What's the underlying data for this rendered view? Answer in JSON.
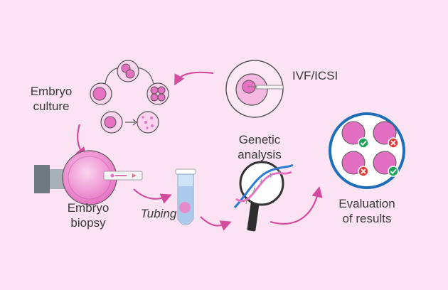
{
  "labels": {
    "ivf": "IVF/ICSI",
    "culture_line1": "Embryo",
    "culture_line2": "culture",
    "biopsy_line1": "Embryo",
    "biopsy_line2": "biopsy",
    "tubing": "Tubing",
    "genetic_line1": "Genetic",
    "genetic_line2": "analysis",
    "evaluation_line1": "Evaluation",
    "evaluation_line2": "of results"
  },
  "evaluation_results": [
    "pass",
    "fail",
    "fail",
    "pass"
  ],
  "colors": {
    "background": "#fbe3f3",
    "embryo": "#e36fc2",
    "embryo_light": "#f6c2e6",
    "arrow": "#d24b9c",
    "tool_gray": "#8f9aa3",
    "pass": "#1fa45a",
    "fail": "#e23b3b",
    "eval_ring": "#1f6fb8",
    "dna_blue": "#2b7bd3"
  },
  "icons": [
    "microscope-pipette-icon",
    "magnifier-icon",
    "dna-icon",
    "check-icon",
    "cross-icon",
    "test-tube-icon"
  ]
}
